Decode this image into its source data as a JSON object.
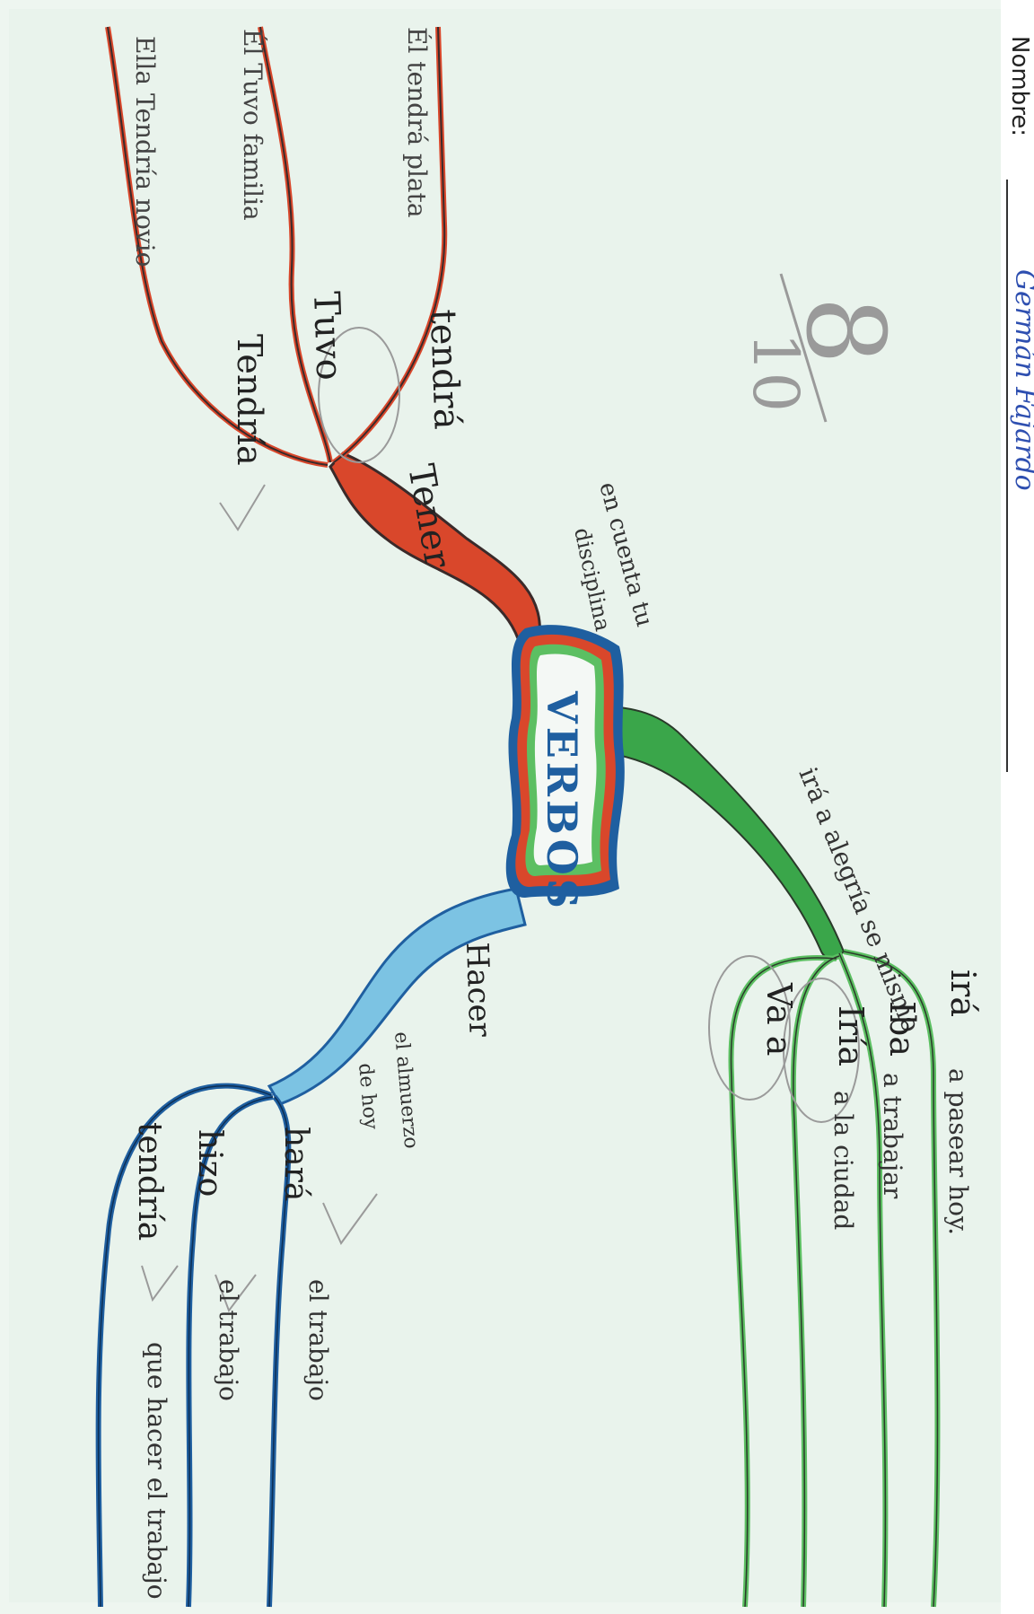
{
  "header": {
    "name_label": "Nombre:",
    "student_name": "Germán Fajardo",
    "score_top": "8",
    "score_bottom": "10"
  },
  "center": {
    "title": "VERBOS"
  },
  "branches": {
    "tener": {
      "label": "Tener",
      "note_line1": "en cuenta tu",
      "note_line2": "disciplina",
      "forms": [
        {
          "verb": "tendrá",
          "sentence": "Él tendrá plata"
        },
        {
          "verb": "Tuvo",
          "sentence": "Él Tuvo familia"
        },
        {
          "verb": "Tendría",
          "sentence": "Ella Tendría novio"
        }
      ]
    },
    "ir": {
      "label": "irá a alegría se mismo",
      "forms": [
        {
          "verb": "irá",
          "sentence": "a pasear hoy."
        },
        {
          "verb": "Iba",
          "sentence": "a trabajar"
        },
        {
          "verb": "Iría",
          "sentence": "a la ciudad"
        },
        {
          "verb": "Va a",
          "sentence": ""
        }
      ]
    },
    "hacer": {
      "label": "Hacer",
      "note_line1": "el almuerzo",
      "note_line2": "de hoy",
      "forms": [
        {
          "verb": "hará",
          "sentence": "el trabajo"
        },
        {
          "verb": "hizo",
          "sentence": "el trabajo"
        },
        {
          "verb": "tendría",
          "sentence": "que hacer el trabajo"
        }
      ]
    }
  },
  "colors": {
    "paper": "#e9f3ec",
    "tener": "#d9472b",
    "ir": "#3aa64a",
    "hacer": "#1f5fa0",
    "outline": "#1f2f3f",
    "pencil": "#8e8e8e",
    "name_ink": "#2e4fb0"
  }
}
